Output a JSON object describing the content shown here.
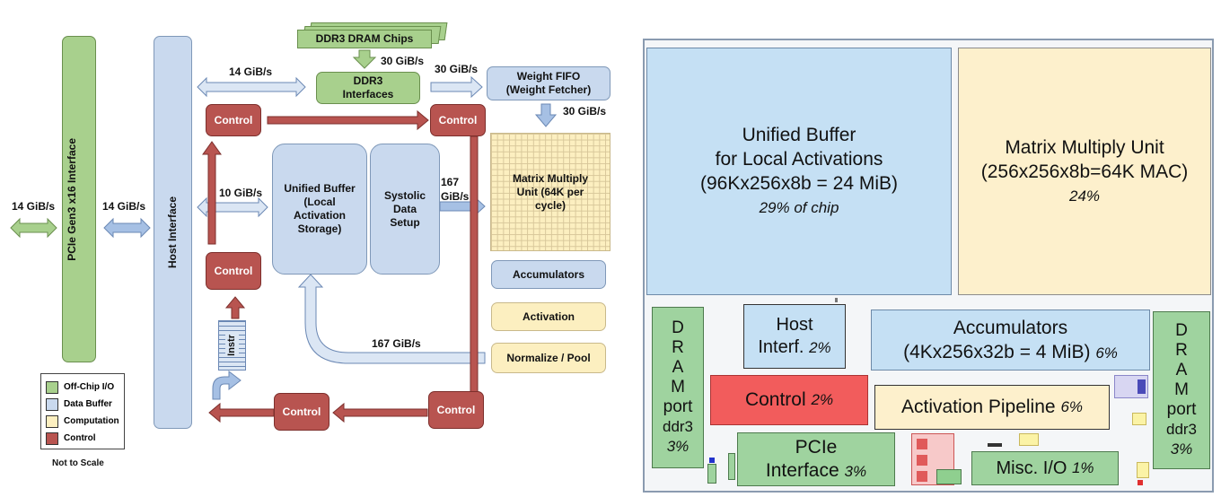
{
  "diagram": {
    "dram_chips": "DDR3 DRAM Chips",
    "ddr3_interfaces": "DDR3 Interfaces",
    "weight_fifo": "Weight FIFO (Weight Fetcher)",
    "pcie_interface": "PCIe Gen3 x16 Interface",
    "host_interface": "Host Interface",
    "control": "Control",
    "unified_buffer": "Unified Buffer (Local Activation Storage)",
    "systolic_setup": "Systolic Data Setup",
    "matrix_unit": "Matrix Multiply Unit (64K per cycle)",
    "accumulators": "Accumulators",
    "activation": "Activation",
    "normalize_pool": "Normalize / Pool",
    "instr": "Instr",
    "bw_14_left": "14 GiB/s",
    "bw_14_mid": "14 GiB/s",
    "bw_14_top": "14 GiB/s",
    "bw_30_chips": "30 GiB/s",
    "bw_30_fifo": "30 GiB/s",
    "bw_30_weights": "30 GiB/s",
    "bw_10": "10 GiB/s",
    "bw_167_top": "167 GiB/s",
    "bw_167_bottom": "167 GiB/s",
    "legend": [
      {
        "label": "Off-Chip I/O",
        "color": "#a8d08d"
      },
      {
        "label": "Data Buffer",
        "color": "#c9d9ee"
      },
      {
        "label": "Computation",
        "color": "#fcefc0"
      },
      {
        "label": "Control",
        "color": "#b85450"
      }
    ],
    "not_to_scale": "Not to Scale"
  },
  "floorplan": {
    "unified_buffer": {
      "l1": "Unified Buffer",
      "l2": "for Local Activations",
      "l3": "(96Kx256x8b = 24 MiB)",
      "pct": "29% of chip"
    },
    "matrix_unit": {
      "l1": "Matrix Multiply Unit",
      "l2": "(256x256x8b=64K MAC)",
      "pct": "24%"
    },
    "dram_left": {
      "letters": [
        "D",
        "R",
        "A",
        "M"
      ],
      "l1": "port",
      "l2": "ddr3",
      "pct": "3%"
    },
    "dram_right": {
      "letters": [
        "D",
        "R",
        "A",
        "M"
      ],
      "l1": "port",
      "l2": "ddr3",
      "pct": "3%"
    },
    "host_interf": {
      "l1": "Host",
      "l2": "Interf.",
      "pct": "2%"
    },
    "accumulators": {
      "l1": "Accumulators",
      "l2": "(4Kx256x32b = 4 MiB)",
      "pct": "6%"
    },
    "control": {
      "l1": "Control",
      "pct": "2%"
    },
    "activation_pipeline": {
      "l1": "Activation Pipeline",
      "pct": "6%"
    },
    "pcie": {
      "l1": "PCIe",
      "l2": "Interface",
      "pct": "3%"
    },
    "misc_io": {
      "l1": "Misc. I/O",
      "pct": "1%"
    }
  },
  "colors": {
    "offchip": "#a8d08d",
    "buffer": "#c9d9ee",
    "compute": "#fcefc0",
    "control": "#b85450"
  }
}
